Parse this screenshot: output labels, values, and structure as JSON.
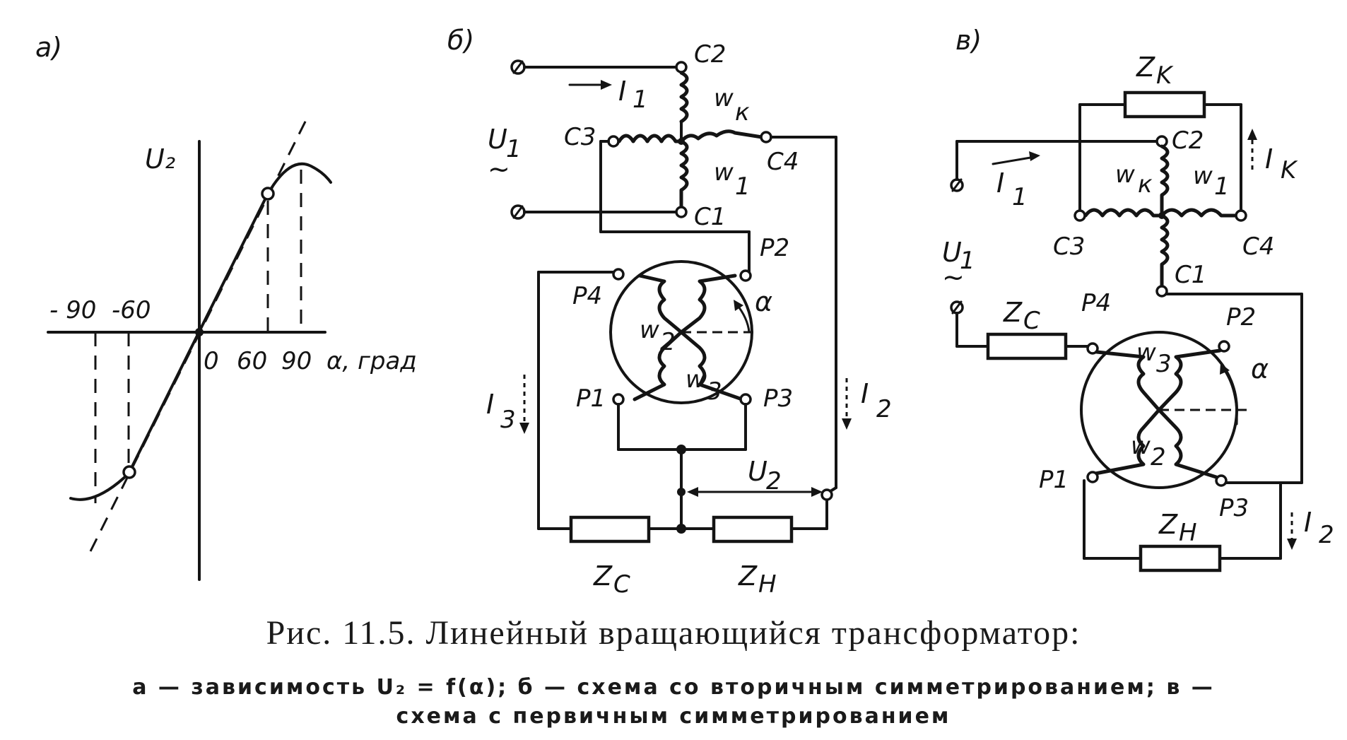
{
  "panels": {
    "a": "а)",
    "b": "б)",
    "v": "в)"
  },
  "graph": {
    "ylabel": "U₂",
    "xlabel": "α, град",
    "ticks_neg": [
      "- 90",
      "-60"
    ],
    "ticks_pos": [
      "0",
      "60",
      "90"
    ]
  },
  "circuit_b": {
    "C2": "C2",
    "C3": "C3",
    "C4": "C4",
    "C1": "C1",
    "wk": "w",
    "wk_sub": "к",
    "w1": "w",
    "w1_sub": "1",
    "I1": "I",
    "I1_sub": "1",
    "U1": "U",
    "U1_sub": "1",
    "tilde": "~",
    "P2": "P2",
    "P4": "P4",
    "P1": "P1",
    "P3": "P3",
    "alpha": "α",
    "w2": "w",
    "w2_sub": "2",
    "w3": "w",
    "w3_sub": "3",
    "I3": "I",
    "I3_sub": "3",
    "I2": "I",
    "I2_sub": "2",
    "U2": "U",
    "U2_sub": "2",
    "Zc": "Z",
    "Zc_sub": "C",
    "Zn": "Z",
    "Zn_sub": "H"
  },
  "circuit_v": {
    "Zk": "Z",
    "Zk_sub": "K",
    "C2": "C2",
    "C3": "C3",
    "C4": "C4",
    "C1": "C1",
    "Ik": "I",
    "Ik_sub": "K",
    "I1": "I",
    "I1_sub": "1",
    "wk": "w",
    "wk_sub": "к",
    "w1": "w",
    "w1_sub": "1",
    "U1": "U",
    "U1_sub": "1",
    "tilde": "~",
    "Zc": "Z",
    "Zc_sub": "C",
    "P4": "P4",
    "P2": "P2",
    "P1": "P1",
    "P3": "P3",
    "alpha": "α",
    "w3": "w",
    "w3_sub": "3",
    "w2": "w",
    "w2_sub": "2",
    "Zn": "Z",
    "Zn_sub": "H",
    "I2": "I",
    "I2_sub": "2"
  },
  "caption": {
    "title": "Рис. 11.5. Линейный вращающийся трансформатор:",
    "line1": "а — зависимость U₂ = f(α); б — схема со вторичным симметрированием; в —",
    "line2": "схема с первичным симметрированием"
  }
}
